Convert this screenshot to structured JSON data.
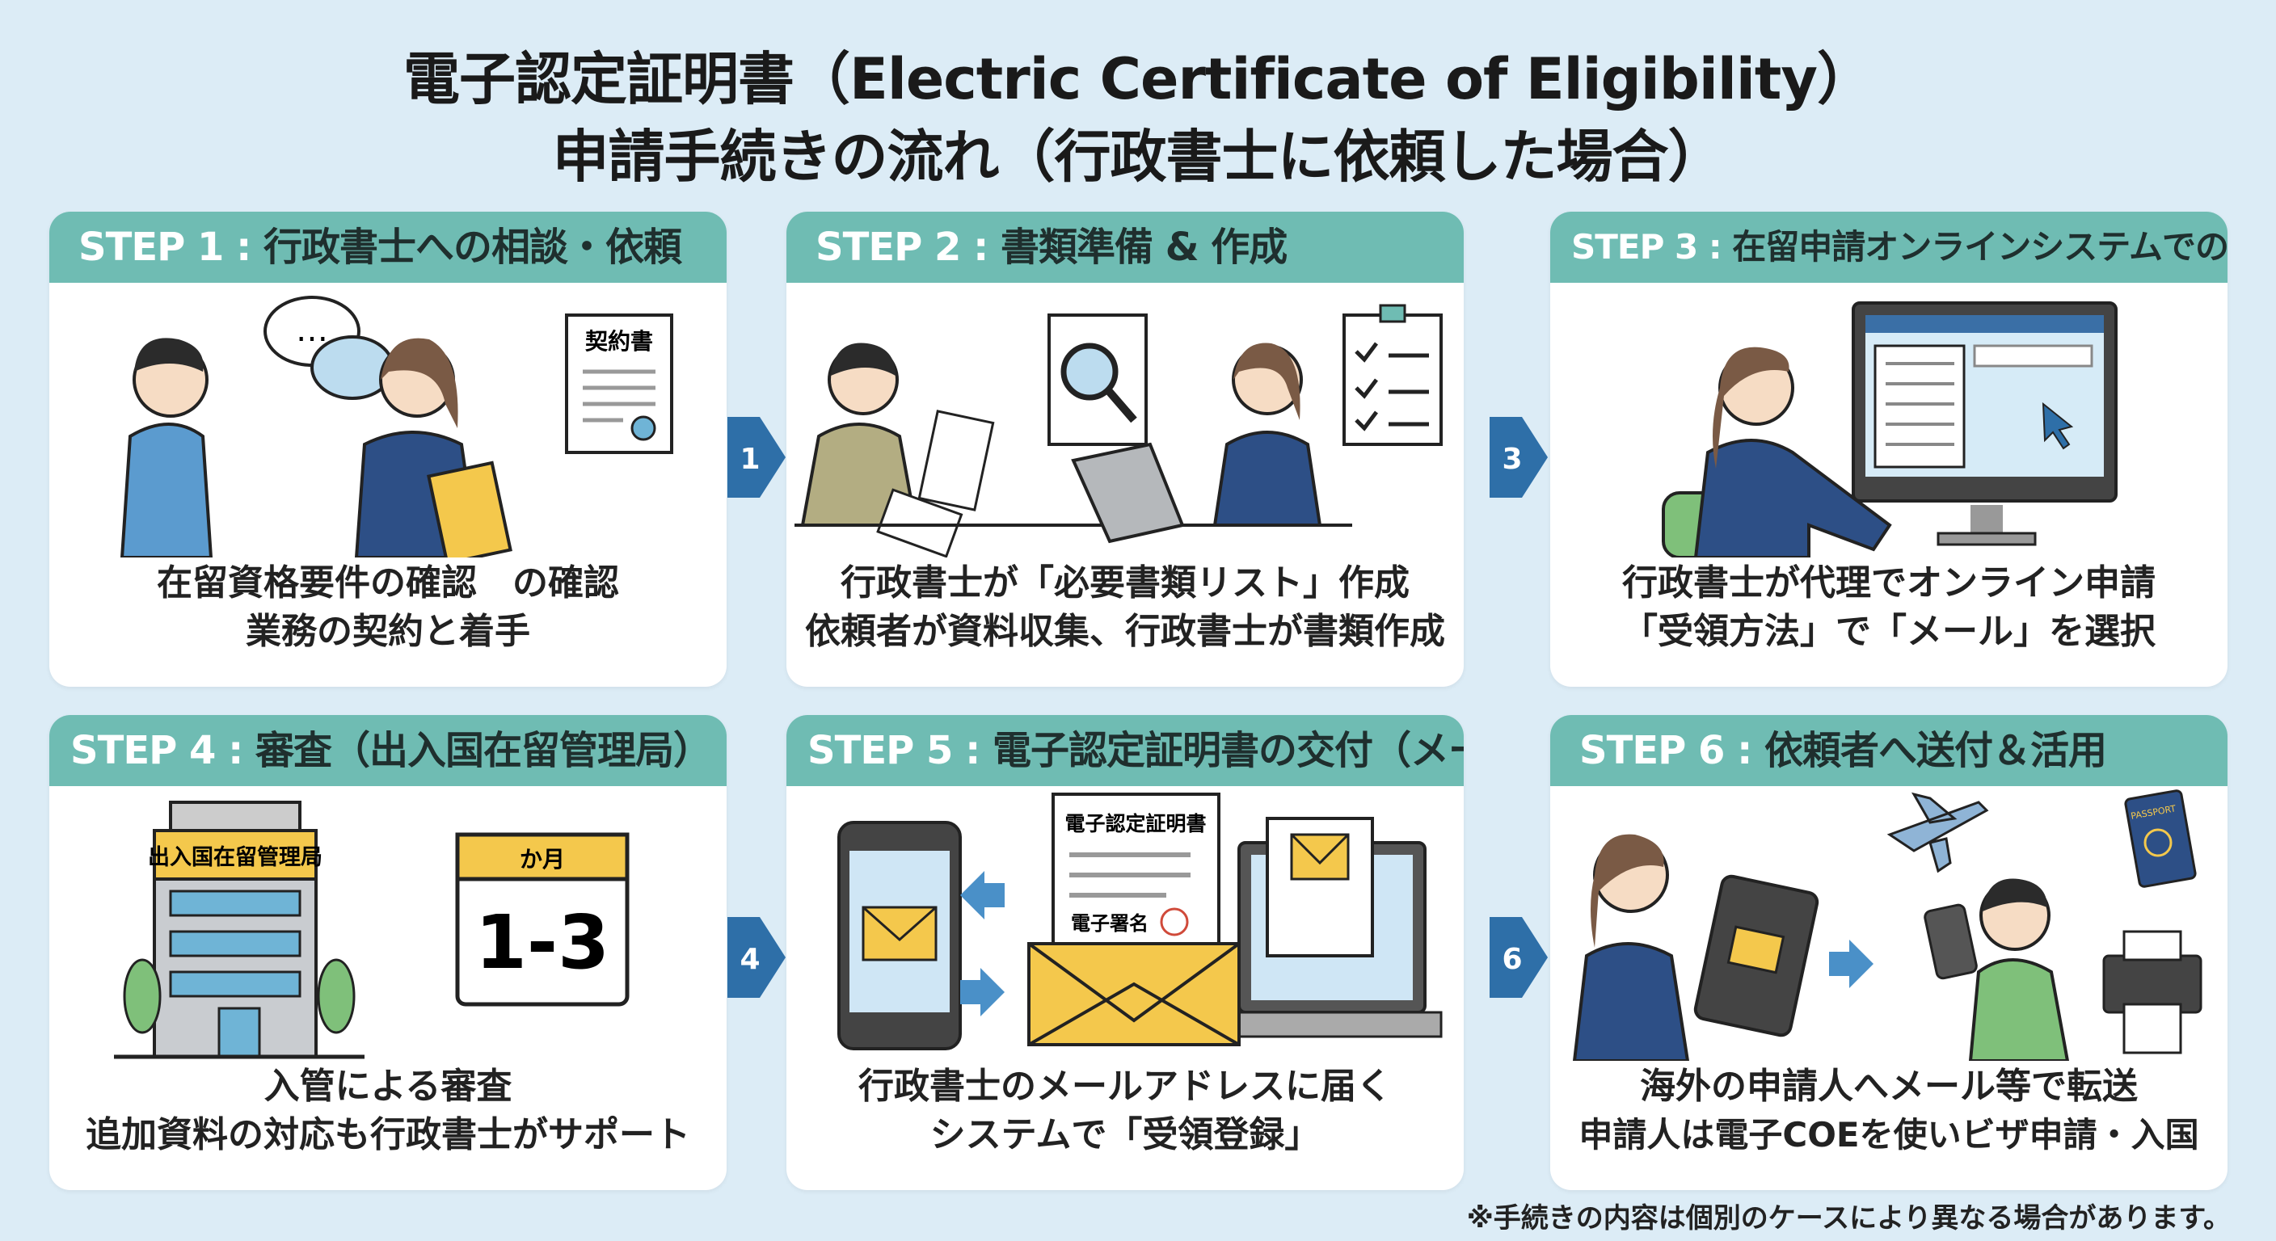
{
  "title": {
    "line1": "電子認定証明書（Electric Certificate of Eligibility）",
    "line2": "申請手続きの流れ（行政書士に依頼した場合）"
  },
  "colors": {
    "header": "#6fbcb3",
    "background": "#dcecf6",
    "arrow": "#2e6fa8",
    "envelope": "#f4c84c"
  },
  "steps": [
    {
      "label": "STEP 1 : ",
      "title": "行政書士への相談・依頼",
      "caption1": "在留資格要件の確認　の確認",
      "caption2": "業務の契約と着手",
      "doc_label": "契約書",
      "speech": "…"
    },
    {
      "label": "STEP 2 : ",
      "title": "書類準備 & 作成",
      "caption1": "行政書士が「必要書類リスト」作成",
      "caption2": "依頼者が資料収集、行政書士が書類作成"
    },
    {
      "label": "STEP 3 : ",
      "title": "在留申請オンラインシステムでの申請",
      "caption1": "行政書士が代理でオンライン申請",
      "caption2": "「受領方法」で「メール」を選択"
    },
    {
      "label": "STEP 4 : ",
      "title": "審査（出入国在留管理局）",
      "caption1": "入管による審査",
      "caption2": "追加資料の対応も行政書士がサポート",
      "building_sign": "出入国在留管理局",
      "calendar_unit": "か月",
      "calendar_value": "1-3"
    },
    {
      "label": "STEP 5 : ",
      "title": "電子認定証明書の交付（メール）",
      "caption1": "行政書士のメールアドレスに届く",
      "caption2": "システムで「受領登録」",
      "doc_title": "電子認定証明書",
      "signature": "電子署名"
    },
    {
      "label": "STEP 6 : ",
      "title": "依頼者へ送付＆活用",
      "caption1": "海外の申請人へメール等で転送",
      "caption2": "申請人は電子COEを使いビザ申請・入国",
      "passport": "PASSPORT"
    }
  ],
  "arrows": [
    "1",
    "3",
    "4",
    "6"
  ],
  "footnote": "※手続きの内容は個別のケースにより異なる場合があります。"
}
